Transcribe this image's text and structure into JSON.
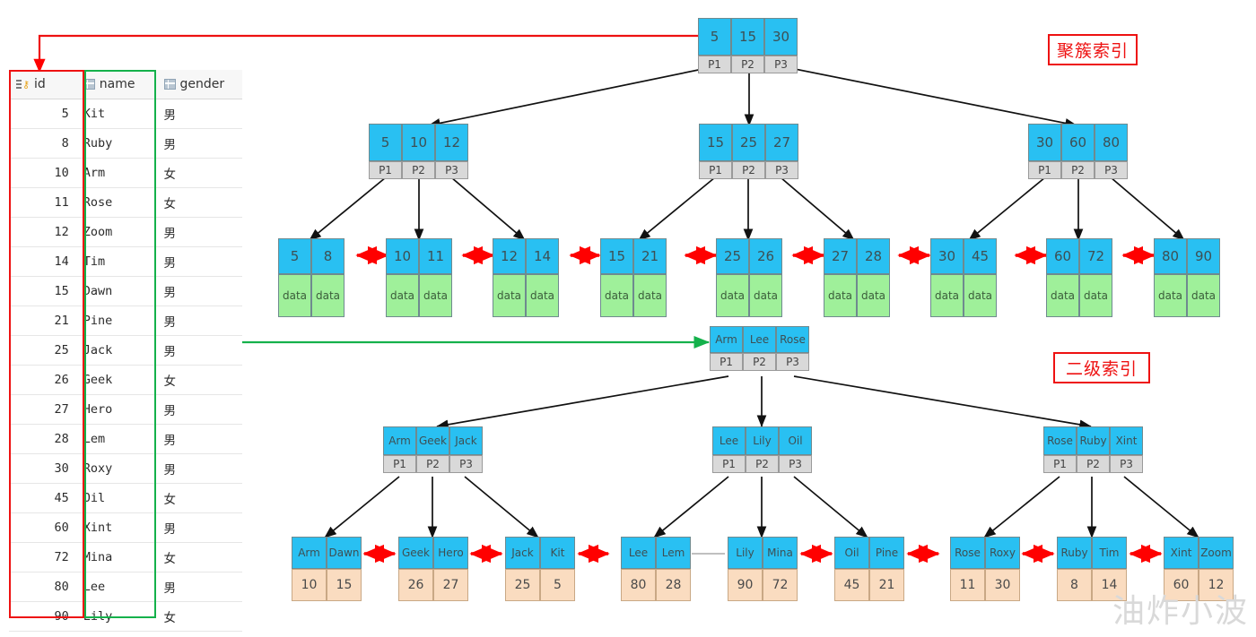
{
  "table": {
    "columns": [
      {
        "label": "id",
        "icon": "primary-key-icon"
      },
      {
        "label": "name",
        "icon": "grid-icon"
      },
      {
        "label": "gender",
        "icon": "grid-icon"
      }
    ],
    "rows": [
      {
        "id": "5",
        "name": "Kit",
        "gender": "男"
      },
      {
        "id": "8",
        "name": "Ruby",
        "gender": "男"
      },
      {
        "id": "10",
        "name": "Arm",
        "gender": "女"
      },
      {
        "id": "11",
        "name": "Rose",
        "gender": "女"
      },
      {
        "id": "12",
        "name": "Zoom",
        "gender": "男"
      },
      {
        "id": "14",
        "name": "Tim",
        "gender": "男"
      },
      {
        "id": "15",
        "name": "Dawn",
        "gender": "男"
      },
      {
        "id": "21",
        "name": "Pine",
        "gender": "男"
      },
      {
        "id": "25",
        "name": "Jack",
        "gender": "男"
      },
      {
        "id": "26",
        "name": "Geek",
        "gender": "女"
      },
      {
        "id": "27",
        "name": "Hero",
        "gender": "男"
      },
      {
        "id": "28",
        "name": "Lem",
        "gender": "男"
      },
      {
        "id": "30",
        "name": "Roxy",
        "gender": "男"
      },
      {
        "id": "45",
        "name": "Oil",
        "gender": "女"
      },
      {
        "id": "60",
        "name": "Xint",
        "gender": "男"
      },
      {
        "id": "72",
        "name": "Mina",
        "gender": "女"
      },
      {
        "id": "80",
        "name": "Lee",
        "gender": "男"
      },
      {
        "id": "90",
        "name": "Lily",
        "gender": "女"
      }
    ]
  },
  "callouts": {
    "clustered": "聚簇索引",
    "secondary": "二级索引"
  },
  "colors": {
    "key_cell": "#29c0f2",
    "pointer_cell": "#d9d9d9",
    "data_cell": "#9ff09a",
    "rowid_cell": "#fadcc0",
    "clustered_box": "#ee1111",
    "secondary_box": "#14b14b",
    "leaf_link": "#ff0000"
  },
  "clustered_index": {
    "root": {
      "keys": [
        "5",
        "15",
        "30"
      ],
      "pointers": [
        "P1",
        "P2",
        "P3"
      ]
    },
    "internal": [
      {
        "keys": [
          "5",
          "10",
          "12"
        ],
        "pointers": [
          "P1",
          "P2",
          "P3"
        ]
      },
      {
        "keys": [
          "15",
          "25",
          "27"
        ],
        "pointers": [
          "P1",
          "P2",
          "P3"
        ]
      },
      {
        "keys": [
          "30",
          "60",
          "80"
        ],
        "pointers": [
          "P1",
          "P2",
          "P3"
        ]
      }
    ],
    "leaves": [
      {
        "keys": [
          "5",
          "8"
        ],
        "payload": [
          "data",
          "data"
        ]
      },
      {
        "keys": [
          "10",
          "11"
        ],
        "payload": [
          "data",
          "data"
        ]
      },
      {
        "keys": [
          "12",
          "14"
        ],
        "payload": [
          "data",
          "data"
        ]
      },
      {
        "keys": [
          "15",
          "21"
        ],
        "payload": [
          "data",
          "data"
        ]
      },
      {
        "keys": [
          "25",
          "26"
        ],
        "payload": [
          "data",
          "data"
        ]
      },
      {
        "keys": [
          "27",
          "28"
        ],
        "payload": [
          "data",
          "data"
        ]
      },
      {
        "keys": [
          "30",
          "45"
        ],
        "payload": [
          "data",
          "data"
        ]
      },
      {
        "keys": [
          "60",
          "72"
        ],
        "payload": [
          "data",
          "data"
        ]
      },
      {
        "keys": [
          "80",
          "90"
        ],
        "payload": [
          "data",
          "data"
        ]
      }
    ]
  },
  "secondary_index": {
    "root": {
      "keys": [
        "Arm",
        "Lee",
        "Rose"
      ],
      "pointers": [
        "P1",
        "P2",
        "P3"
      ]
    },
    "internal": [
      {
        "keys": [
          "Arm",
          "Geek",
          "Jack"
        ],
        "pointers": [
          "P1",
          "P2",
          "P3"
        ]
      },
      {
        "keys": [
          "Lee",
          "Lily",
          "Oil"
        ],
        "pointers": [
          "P1",
          "P2",
          "P3"
        ]
      },
      {
        "keys": [
          "Rose",
          "Ruby",
          "Xint"
        ],
        "pointers": [
          "P1",
          "P2",
          "P3"
        ]
      }
    ],
    "leaves": [
      {
        "keys": [
          "Arm",
          "Dawn"
        ],
        "payload": [
          "10",
          "15"
        ]
      },
      {
        "keys": [
          "Geek",
          "Hero"
        ],
        "payload": [
          "26",
          "27"
        ]
      },
      {
        "keys": [
          "Jack",
          "Kit"
        ],
        "payload": [
          "25",
          "5"
        ]
      },
      {
        "keys": [
          "Lee",
          "Lem"
        ],
        "payload": [
          "80",
          "28"
        ]
      },
      {
        "keys": [
          "Lily",
          "Mina"
        ],
        "payload": [
          "90",
          "72"
        ]
      },
      {
        "keys": [
          "Oil",
          "Pine"
        ],
        "payload": [
          "45",
          "21"
        ]
      },
      {
        "keys": [
          "Rose",
          "Roxy"
        ],
        "payload": [
          "11",
          "30"
        ]
      },
      {
        "keys": [
          "Ruby",
          "Tim"
        ],
        "payload": [
          "8",
          "14"
        ]
      },
      {
        "keys": [
          "Xint",
          "Zoom"
        ],
        "payload": [
          "60",
          "12"
        ]
      }
    ]
  },
  "watermark": "油炸小波"
}
